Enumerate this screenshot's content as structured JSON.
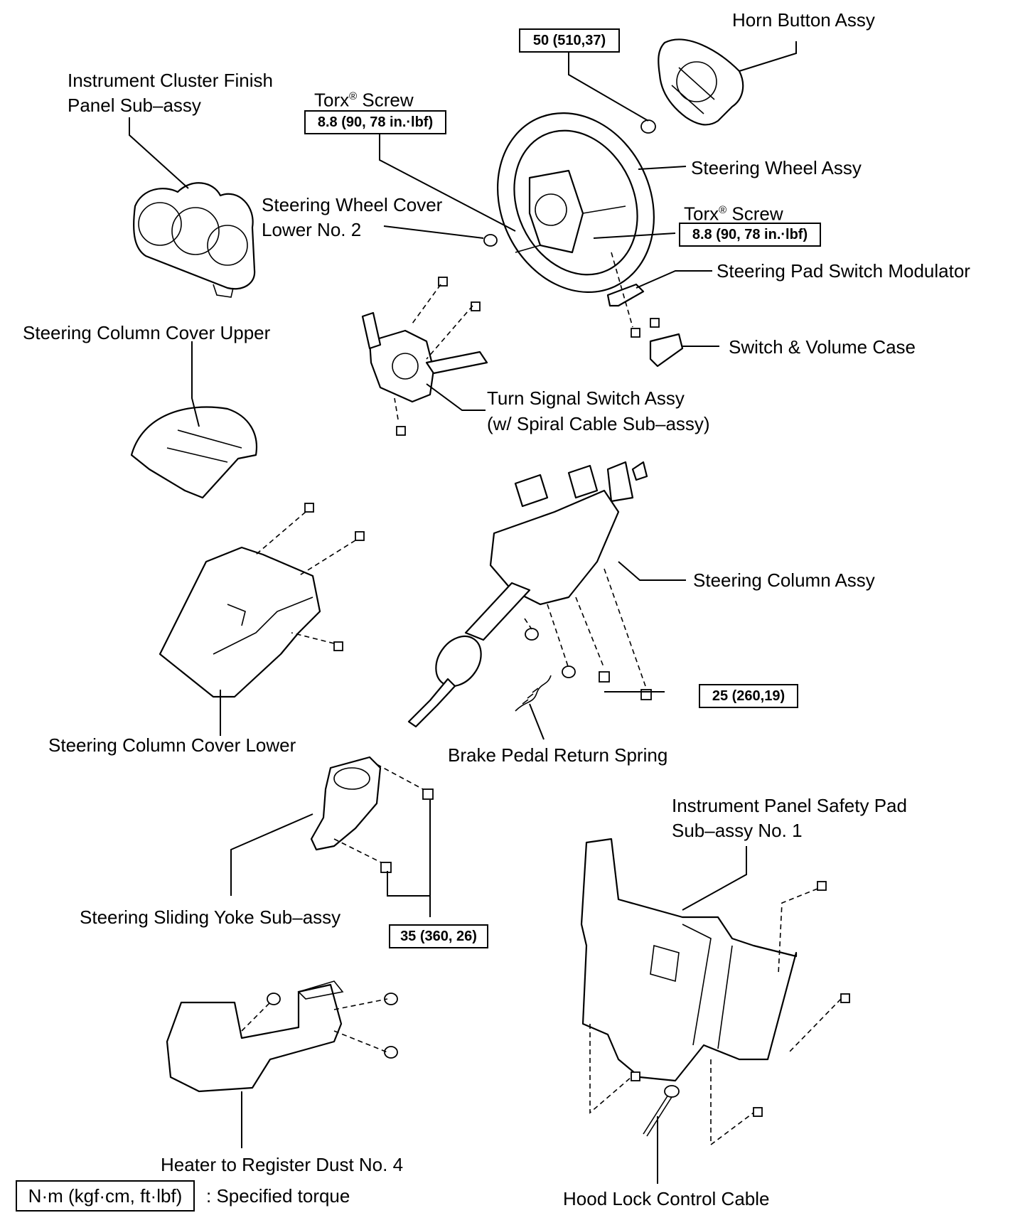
{
  "labels": {
    "horn_button": "Horn Button Assy",
    "cluster_finish_1": "Instrument Cluster Finish",
    "cluster_finish_2": "Panel Sub–assy",
    "torx_screw_1": "Torx",
    "torx_screw_2": "Torx",
    "screw_word": "Screw",
    "registered_mark": "®",
    "steering_wheel": "Steering Wheel Assy",
    "wheel_cover_1": "Steering Wheel Cover",
    "wheel_cover_2": "Lower No. 2",
    "pad_switch": "Steering Pad Switch Modulator",
    "column_cover_upper": "Steering Column Cover Upper",
    "switch_volume": "Switch & Volume Case",
    "turn_signal_1": "Turn Signal Switch Assy",
    "turn_signal_2": "(w/ Spiral Cable Sub–assy)",
    "steering_column": "Steering Column Assy",
    "column_cover_lower": "Steering Column Cover Lower",
    "brake_spring": "Brake Pedal Return Spring",
    "safety_pad_1": "Instrument Panel Safety Pad",
    "safety_pad_2": "Sub–assy No. 1",
    "sliding_yoke": "Steering Sliding Yoke Sub–assy",
    "heater_duct": "Heater to Register Dust No. 4",
    "hood_cable": "Hood Lock Control Cable"
  },
  "torques": {
    "horn_nut": "50 (510,37)",
    "torx_top": "8.8 (90, 78 in.·lbf)",
    "torx_right": "8.8 (90, 78 in.·lbf)",
    "column_bolt": "25 (260,19)",
    "yoke_bolt": "35 (360, 26)"
  },
  "legend": {
    "unit_box": "N·m (kgf·cm, ft·lbf)",
    "unit_text": ": Specified torque"
  }
}
